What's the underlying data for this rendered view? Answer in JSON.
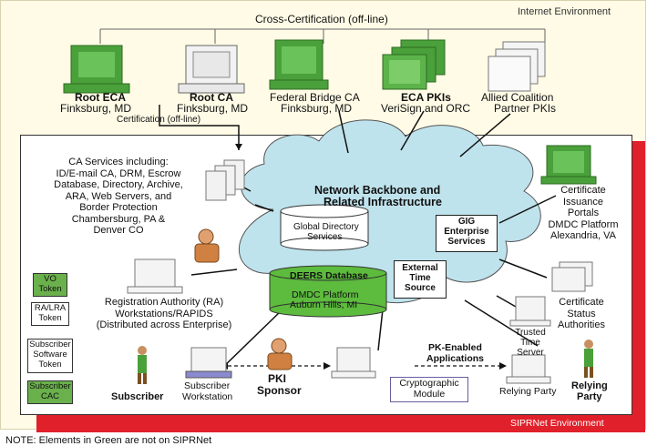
{
  "environments": {
    "internet": "Internet Environment",
    "siprnet": "SIPRNet Environment"
  },
  "top": {
    "cross_cert": "Cross-Certification (off-line)",
    "certification": "Certification (off-line)",
    "nodes": [
      {
        "title": "Root ECA",
        "sub": "Finksburg, MD"
      },
      {
        "title": "Root CA",
        "sub": "Finksburg, MD"
      },
      {
        "title": "Federal Bridge CA",
        "sub": "Finksburg, MD"
      },
      {
        "title": "ECA PKIs",
        "sub": "VeriSign and ORC"
      },
      {
        "title": "Allied Coalition",
        "sub": "Partner PKIs"
      }
    ]
  },
  "cloud": {
    "title1": "Network Backbone and",
    "title2": "Related Infrastructure",
    "gds1": "Global Directory",
    "gds2": "Services",
    "deers_title": "DEERS Database",
    "deers1": "DMDC Platform",
    "deers2": "Auburn Hills, MI",
    "gig1": "GIG",
    "gig2": "Enterprise",
    "gig3": "Services",
    "ets1": "External",
    "ets2": "Time",
    "ets3": "Source"
  },
  "left": {
    "ca_services": [
      "CA Services including:",
      "ID/E-mail CA, DRM, Escrow",
      "Database, Directory, Archive,",
      "ARA, Web Servers, and",
      "Border Protection",
      "Chambersburg, PA &",
      "Denver CO"
    ],
    "ra": [
      "Registration Authority (RA)",
      "Workstations/RAPIDS",
      "(Distributed across Enterprise)"
    ],
    "vo1": "VO",
    "vo2": "Token",
    "ralra1": "RA/LRA",
    "ralra2": "Token",
    "sst1": "Subscriber",
    "sst2": "Software",
    "sst3": "Token",
    "cac1": "Subscriber",
    "cac2": "CAC"
  },
  "right": {
    "portals": [
      "Certificate",
      "Issuance",
      "Portals",
      "DMDC Platform",
      "Alexandria, VA"
    ],
    "csa": [
      "Certificate",
      "Status",
      "Authorities"
    ],
    "tts": [
      "Trusted",
      "Time",
      "Server"
    ],
    "relying_party_ws": "Relying Party",
    "relying_party1": "Relying",
    "relying_party2": "Party"
  },
  "bottom": {
    "subscriber": "Subscriber",
    "sub_ws1": "Subscriber",
    "sub_ws2": "Workstation",
    "pki1": "PKI",
    "pki2": "Sponsor",
    "pke1": "PK-Enabled",
    "pke2": "Applications",
    "crypto1": "Cryptographic",
    "crypto2": "Module"
  },
  "note": "NOTE: Elements in Green are not on SIPRNet",
  "colors": {
    "internet_bg": "#fffbe6",
    "siprnet_red": "#e0202a",
    "cloud": "#bfe3ec",
    "green": "#4aa03a",
    "deers_green": "#5dbb3d"
  }
}
